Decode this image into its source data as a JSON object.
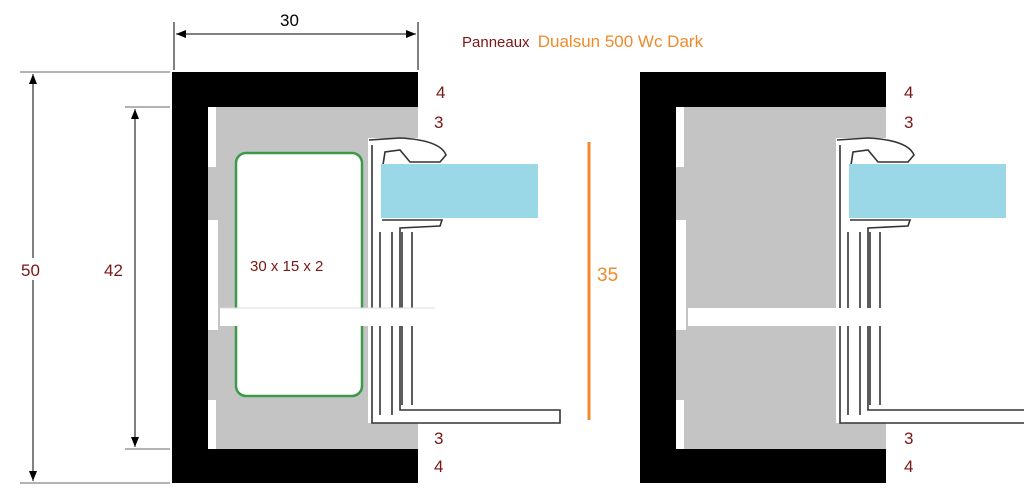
{
  "title": {
    "prefix": "Panneaux",
    "product": "Dualsun 500 Wc Dark"
  },
  "dimensions": {
    "width": "30",
    "total_height": "50",
    "inner_height": "42",
    "panel_height": "35",
    "tube": "30 x 15 x 2"
  },
  "left_assembly": {
    "top_outer": "4",
    "top_inner": "3",
    "bottom_inner": "3",
    "bottom_outer": "4"
  },
  "right_assembly": {
    "top_outer": "4",
    "top_inner": "3",
    "bottom_inner": "3",
    "bottom_outer": "4"
  },
  "colors": {
    "frame": "#000000",
    "tube": "#3a9a4a",
    "panel": "#9ad8e8",
    "accent": "#f08a2a",
    "label": "#7a1616",
    "fill": "#c4c4c4"
  }
}
